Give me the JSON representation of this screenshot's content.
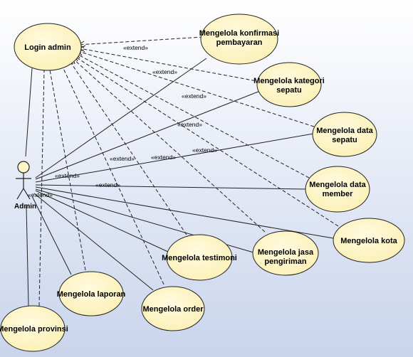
{
  "actor": {
    "name": "Admin"
  },
  "extend_label": "«extend»",
  "use_cases": {
    "login": {
      "lines": [
        "Login admin"
      ]
    },
    "konfirmasi": {
      "lines": [
        "Mengelola konfirmasi",
        "pembayaran"
      ]
    },
    "kategori": {
      "lines": [
        "Mengelola kategori",
        "sepatu"
      ]
    },
    "data_sepatu": {
      "lines": [
        "Mengelola data",
        "sepatu"
      ]
    },
    "data_member": {
      "lines": [
        "Mengelola data",
        "member"
      ]
    },
    "kota": {
      "lines": [
        "Mengelola kota"
      ]
    },
    "jasa": {
      "lines": [
        "Mengelola jasa",
        "pengiriman"
      ]
    },
    "testimoni": {
      "lines": [
        "Mengelola testimoni"
      ]
    },
    "order": {
      "lines": [
        "Mengelola order"
      ]
    },
    "laporan": {
      "lines": [
        "Mengelola laporan"
      ]
    },
    "provinsi": {
      "lines": [
        "Mengelola provinsi"
      ]
    }
  },
  "colors": {
    "background_top": "#ffffff",
    "background_bottom": "#c9d4ec",
    "usecase_fill": "#fff7c6",
    "usecase_stroke": "#222222",
    "line": "#222222"
  }
}
